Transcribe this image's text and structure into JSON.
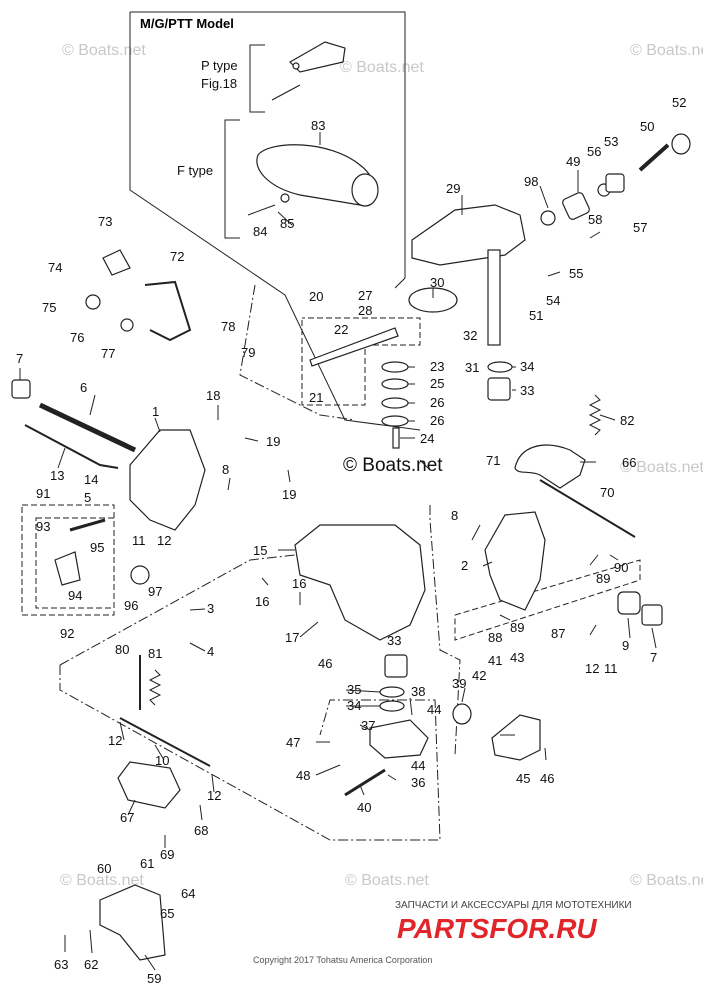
{
  "header": {
    "model_title": "M/G/PTT Model",
    "p_type_label": "P type",
    "p_type_fig": "Fig.18",
    "f_type_label": "F type"
  },
  "watermarks": {
    "small": "© Boats.net",
    "center": "© Boats.net"
  },
  "footer": {
    "copyright": "Copyright 2017 Tohatsu America Corporation",
    "dealer_tagline": "ЗАПЧАСТИ И АКСЕССУАРЫ ДЛЯ МОТОТЕХНИКИ",
    "dealer_logo": "PARTSFOR.RU"
  },
  "callouts": [
    {
      "id": "c1",
      "num": "1"
    },
    {
      "id": "c2",
      "num": "2"
    },
    {
      "id": "c3",
      "num": "3"
    },
    {
      "id": "c4",
      "num": "4"
    },
    {
      "id": "c5",
      "num": "5"
    },
    {
      "id": "c6",
      "num": "6"
    },
    {
      "id": "c7a",
      "num": "7"
    },
    {
      "id": "c7b",
      "num": "7"
    },
    {
      "id": "c8a",
      "num": "8"
    },
    {
      "id": "c8b",
      "num": "8"
    },
    {
      "id": "c9",
      "num": "9"
    },
    {
      "id": "c10",
      "num": "10"
    },
    {
      "id": "c11a",
      "num": "11"
    },
    {
      "id": "c11b",
      "num": "11"
    },
    {
      "id": "c12a",
      "num": "12"
    },
    {
      "id": "c12b",
      "num": "12"
    },
    {
      "id": "c12c",
      "num": "12"
    },
    {
      "id": "c12d",
      "num": "12"
    },
    {
      "id": "c13",
      "num": "13"
    },
    {
      "id": "c14",
      "num": "14"
    },
    {
      "id": "c15",
      "num": "15"
    },
    {
      "id": "c16a",
      "num": "16"
    },
    {
      "id": "c16b",
      "num": "16"
    },
    {
      "id": "c17",
      "num": "17"
    },
    {
      "id": "c18",
      "num": "18"
    },
    {
      "id": "c19a",
      "num": "19"
    },
    {
      "id": "c19b",
      "num": "19"
    },
    {
      "id": "c20",
      "num": "20"
    },
    {
      "id": "c21",
      "num": "21"
    },
    {
      "id": "c22",
      "num": "22"
    },
    {
      "id": "c23",
      "num": "23"
    },
    {
      "id": "c24",
      "num": "24"
    },
    {
      "id": "c25",
      "num": "25"
    },
    {
      "id": "c26a",
      "num": "26"
    },
    {
      "id": "c26b",
      "num": "26"
    },
    {
      "id": "c27",
      "num": "27"
    },
    {
      "id": "c28",
      "num": "28"
    },
    {
      "id": "c29",
      "num": "29"
    },
    {
      "id": "c30",
      "num": "30"
    },
    {
      "id": "c31",
      "num": "31"
    },
    {
      "id": "c32",
      "num": "32"
    },
    {
      "id": "c33a",
      "num": "33"
    },
    {
      "id": "c33b",
      "num": "33"
    },
    {
      "id": "c34a",
      "num": "34"
    },
    {
      "id": "c34b",
      "num": "34"
    },
    {
      "id": "c35",
      "num": "35"
    },
    {
      "id": "c36",
      "num": "36"
    },
    {
      "id": "c37",
      "num": "37"
    },
    {
      "id": "c38",
      "num": "38"
    },
    {
      "id": "c39",
      "num": "39"
    },
    {
      "id": "c40",
      "num": "40"
    },
    {
      "id": "c41",
      "num": "41"
    },
    {
      "id": "c42",
      "num": "42"
    },
    {
      "id": "c43",
      "num": "43"
    },
    {
      "id": "c44a",
      "num": "44"
    },
    {
      "id": "c44b",
      "num": "44"
    },
    {
      "id": "c45",
      "num": "45"
    },
    {
      "id": "c46a",
      "num": "46"
    },
    {
      "id": "c46b",
      "num": "46"
    },
    {
      "id": "c47",
      "num": "47"
    },
    {
      "id": "c48",
      "num": "48"
    },
    {
      "id": "c49",
      "num": "49"
    },
    {
      "id": "c50",
      "num": "50"
    },
    {
      "id": "c51",
      "num": "51"
    },
    {
      "id": "c52",
      "num": "52"
    },
    {
      "id": "c53",
      "num": "53"
    },
    {
      "id": "c54",
      "num": "54"
    },
    {
      "id": "c55",
      "num": "55"
    },
    {
      "id": "c56",
      "num": "56"
    },
    {
      "id": "c57",
      "num": "57"
    },
    {
      "id": "c58",
      "num": "58"
    },
    {
      "id": "c59",
      "num": "59"
    },
    {
      "id": "c60",
      "num": "60"
    },
    {
      "id": "c61",
      "num": "61"
    },
    {
      "id": "c62",
      "num": "62"
    },
    {
      "id": "c63",
      "num": "63"
    },
    {
      "id": "c64",
      "num": "64"
    },
    {
      "id": "c65",
      "num": "65"
    },
    {
      "id": "c66",
      "num": "66"
    },
    {
      "id": "c67",
      "num": "67"
    },
    {
      "id": "c68",
      "num": "68"
    },
    {
      "id": "c69",
      "num": "69"
    },
    {
      "id": "c70",
      "num": "70"
    },
    {
      "id": "c71",
      "num": "71"
    },
    {
      "id": "c72",
      "num": "72"
    },
    {
      "id": "c73",
      "num": "73"
    },
    {
      "id": "c74",
      "num": "74"
    },
    {
      "id": "c75",
      "num": "75"
    },
    {
      "id": "c76",
      "num": "76"
    },
    {
      "id": "c77",
      "num": "77"
    },
    {
      "id": "c78",
      "num": "78"
    },
    {
      "id": "c79",
      "num": "79"
    },
    {
      "id": "c80",
      "num": "80"
    },
    {
      "id": "c81",
      "num": "81"
    },
    {
      "id": "c82",
      "num": "82"
    },
    {
      "id": "c83",
      "num": "83"
    },
    {
      "id": "c84",
      "num": "84"
    },
    {
      "id": "c85",
      "num": "85"
    },
    {
      "id": "c87",
      "num": "87"
    },
    {
      "id": "c88",
      "num": "88"
    },
    {
      "id": "c89a",
      "num": "89"
    },
    {
      "id": "c89b",
      "num": "89"
    },
    {
      "id": "c90",
      "num": "90"
    },
    {
      "id": "c91",
      "num": "91"
    },
    {
      "id": "c92",
      "num": "92"
    },
    {
      "id": "c93",
      "num": "93"
    },
    {
      "id": "c94",
      "num": "94"
    },
    {
      "id": "c95",
      "num": "95"
    },
    {
      "id": "c96",
      "num": "96"
    },
    {
      "id": "c97",
      "num": "97"
    },
    {
      "id": "c98",
      "num": "98"
    }
  ],
  "colors": {
    "line": "#222222",
    "watermark": "#c8c8c8",
    "logo_red": "#e0262b"
  }
}
